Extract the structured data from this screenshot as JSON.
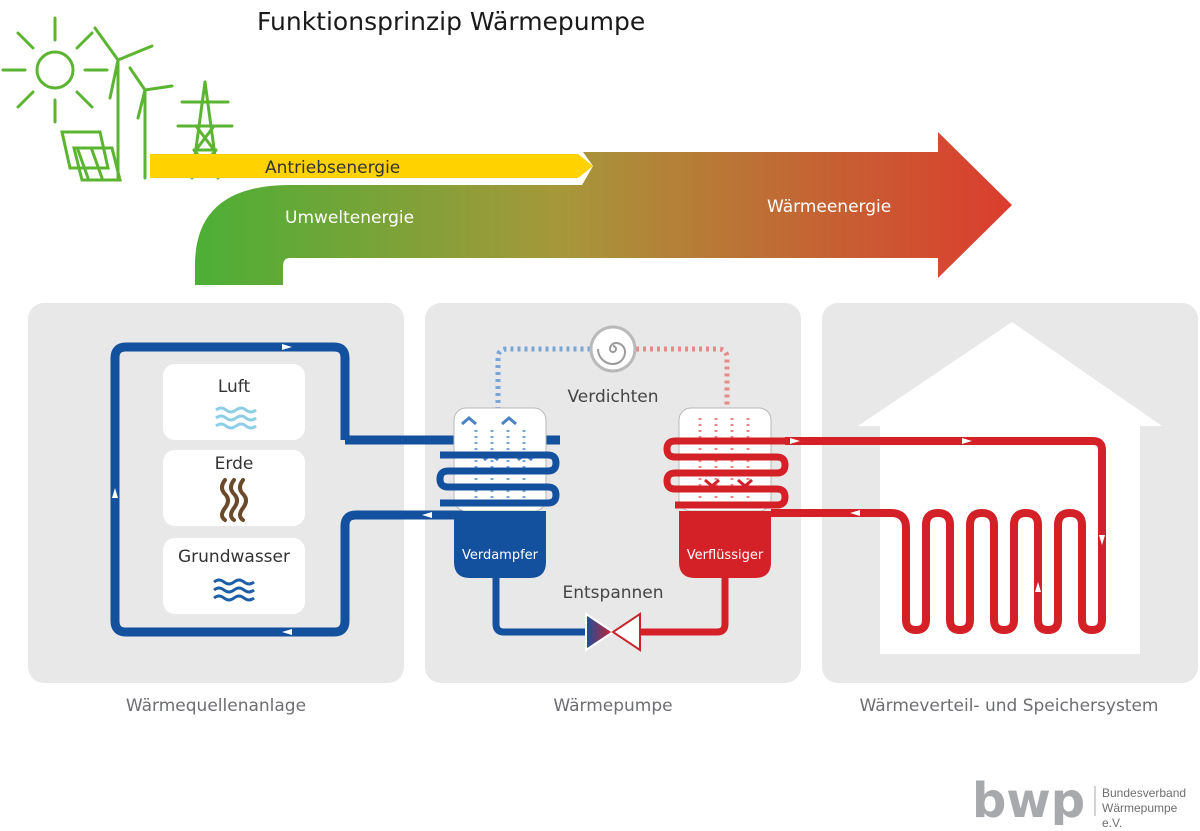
{
  "title": "Funktionsprinzip Wärmepumpe",
  "energy": {
    "drive": "Antriebsenergie",
    "environment": "Umweltenergie",
    "heat": "Wärmeenergie"
  },
  "sources": [
    {
      "label": "Luft",
      "icon": "air-waves-icon",
      "color": "#8ecde8"
    },
    {
      "label": "Erde",
      "icon": "soil-icon",
      "color": "#6b4a2b"
    },
    {
      "label": "Grundwasser",
      "icon": "water-waves-icon",
      "color": "#1c5ea8"
    }
  ],
  "pump": {
    "compress": "Verdichten",
    "expand": "Entspannen",
    "evaporator": "Verdampfer",
    "condenser": "Verflüssiger"
  },
  "panels": {
    "source": "Wärmequellenanlage",
    "pump": "Wärmepumpe",
    "distribution": "Wärmeverteil- und Speichersystem"
  },
  "logo": {
    "mark": "bwp",
    "line1": "Bundesverband",
    "line2": "Wärmepumpe e.V."
  },
  "colors": {
    "green": "#4caf36",
    "yellow": "#ffd200",
    "red": "#d9412f",
    "blue": "#13509e",
    "pipe_red": "#d42027",
    "panel": "#e8e8e8",
    "label_gray": "#6d6e71"
  }
}
